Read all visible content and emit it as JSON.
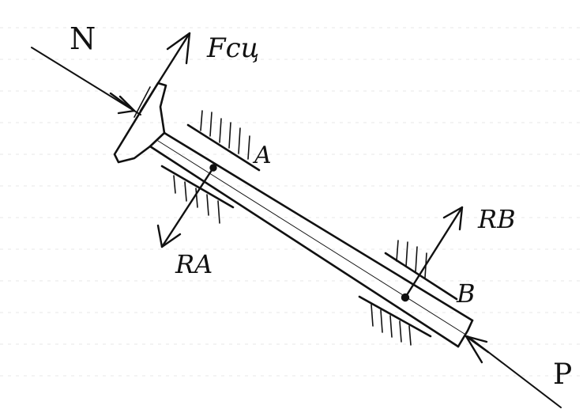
{
  "labels": {
    "n": "N",
    "f": "Fсц",
    "a": "A",
    "ra": "RA",
    "rb": "RB",
    "b": "B",
    "p": "P"
  },
  "colors": {
    "ink": "#111111",
    "paper": "#ffffff",
    "grid": "#cfcfcf"
  }
}
